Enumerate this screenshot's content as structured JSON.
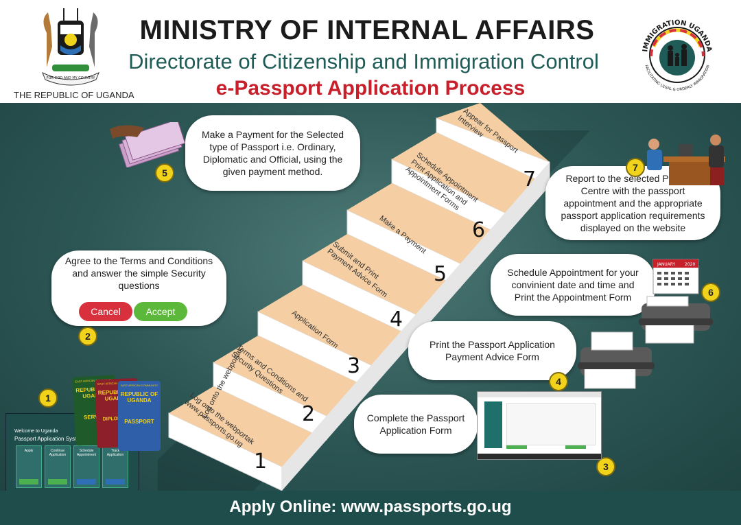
{
  "header": {
    "title": "MINISTRY OF INTERNAL AFFAIRS",
    "subtitle": "Directorate of Citizenship and Immigration Control",
    "process_title": "e-Passport Application Process",
    "republic": "THE REPUBLIC OF UGANDA",
    "coat_of_arms_motto": "FOR GOD AND MY COUNTRY",
    "immigration_logo_top": "IMMIGRATION UGANDA",
    "immigration_logo_bottom": "FACILITATING LEGAL & ORDERLY IMMIGRATION"
  },
  "stairs": [
    {
      "number": "1",
      "label": "Log onto the webportak www.passports.go.ug"
    },
    {
      "number": "2",
      "label": "Terms and Conditions and Security Questions"
    },
    {
      "number": "3",
      "label": "Application Form"
    },
    {
      "number": "4",
      "label": "Submit and Print Payment Advice Form"
    },
    {
      "number": "5",
      "label": "Make a Payment"
    },
    {
      "number": "6",
      "label": "Schedule Appointment Print Application and Appointment Forms"
    },
    {
      "number": "7",
      "label": "Appear for Passport Interview"
    }
  ],
  "bubbles": {
    "step2": "Agree to the Terms and Conditions and answer the simple Security questions",
    "step3": "Complete the Passport Application Form",
    "step4": "Print the Passport Application Payment Advice Form",
    "step5": "Make a Payment for the Selected type of Passport i.e. Ordinary, Diplomatic and Official, using the given payment method.",
    "step6": "Schedule Appointment for your convinient date and time and Print the Appointment Form",
    "step7": "Report to the selected Passport Centre with the passport appointment and the appropriate passport application requirements displayed on the website"
  },
  "buttons": {
    "cancel": "Cancel",
    "accept": "Accept"
  },
  "badges": [
    "1",
    "2",
    "3",
    "4",
    "5",
    "6",
    "7"
  ],
  "portal": {
    "welcome": "Welcome to Uganda",
    "system": "Passport Application System",
    "cards": [
      "Apply",
      "Continue Application",
      "Schedule Appointment",
      "Track Application"
    ]
  },
  "passports": [
    {
      "country": "REPUBLIC OF UGANDA",
      "type": "SERVICE"
    },
    {
      "country": "REPUBLIC OF UGANDA",
      "type": "DIPLOMATIC"
    },
    {
      "country": "REPUBLIC OF UGANDA",
      "type": "PASSPORT"
    }
  ],
  "passport_header": "EAST AFRICAN COMMUNITY",
  "calendar": {
    "month": "JANUARY",
    "year": "2020"
  },
  "footer": {
    "text": "Apply Online: www.passports.go.ug"
  },
  "colors": {
    "teal": "#1f5c57",
    "red": "#c8202b",
    "stair_top": "#f5cfa3",
    "badge": "#f2d31c",
    "cancel": "#d9303d",
    "accept": "#5cb83a"
  }
}
